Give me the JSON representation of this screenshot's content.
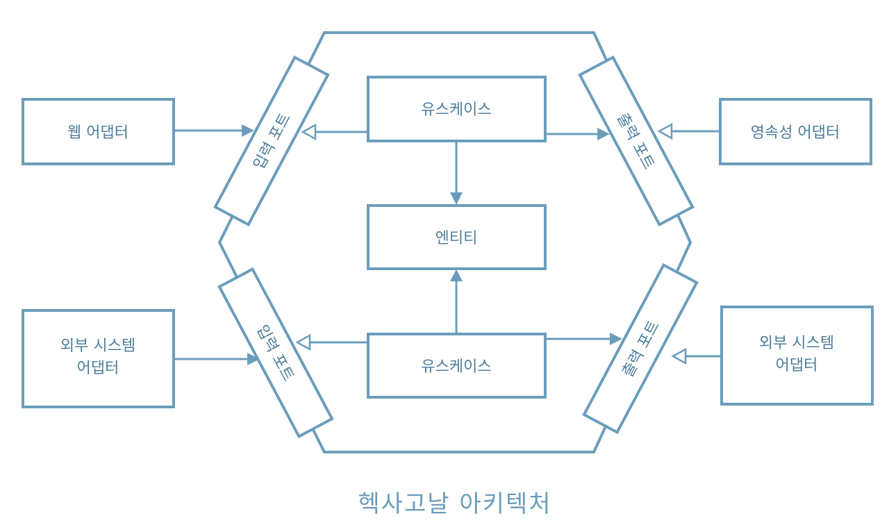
{
  "caption": "헥사고날 아키텍처",
  "usecase_top": "유스케이스",
  "usecase_bottom": "유스케이스",
  "entity": "엔티티",
  "input_port_top": "입력 포트",
  "input_port_bottom": "입력 포트",
  "output_port_top": "출력 포트",
  "output_port_bottom": "출력 포트",
  "web_adapter": "웹 어댑터",
  "persistence_adapter": "영속성 어댑터",
  "external_adapter_left": {
    "line1": "외부 시스템",
    "line2": "어댑터"
  },
  "external_adapter_right": {
    "line1": "외부 시스템",
    "line2": "어댑터"
  },
  "colors": {
    "stroke": "#6b9dbb",
    "text": "#4d7e9c",
    "background": "#ffffff"
  }
}
